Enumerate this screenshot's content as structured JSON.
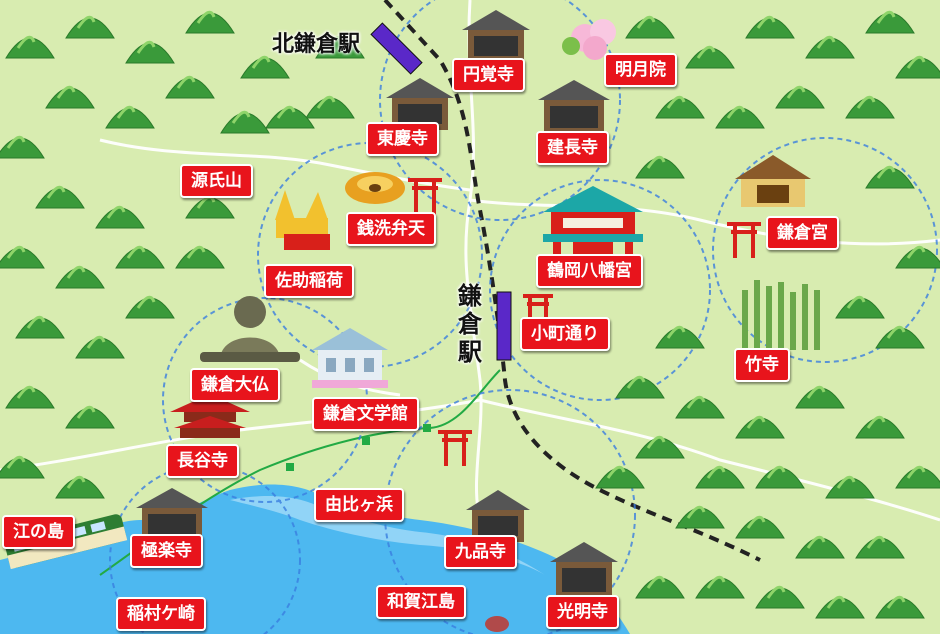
{
  "stations": {
    "kita_kamakura": "北鎌倉駅",
    "kamakura": "鎌倉駅"
  },
  "places": {
    "engakuji": "円覚寺",
    "meigetsuin": "明月院",
    "tokeiji": "東慶寺",
    "kenchoji": "建長寺",
    "genjiyama": "源氏山",
    "zeniarai_benten": "銭洗弁天",
    "sasuke_inari": "佐助稲荷",
    "tsurugaoka_hachimangu": "鶴岡八幡宮",
    "kamakuragu": "鎌倉宮",
    "komachi_dori": "小町通り",
    "takedera": "竹寺",
    "daibutsu": "鎌倉大仏",
    "bungakukan": "鎌倉文学館",
    "hasedera": "長谷寺",
    "yuigahama": "由比ヶ浜",
    "enoshima": "江の島",
    "gokurakuji": "極楽寺",
    "kuhonji": "九品寺",
    "inamuragasaki": "稲村ケ崎",
    "wakaejima": "和賀江島",
    "komyoji": "光明寺"
  },
  "colors": {
    "land": "#d8ecb0",
    "sea": "#4db8f0",
    "label": "#e8141c",
    "mountain": "#3a9a3a",
    "rail": "#222222",
    "station": "#5a28c8",
    "enoden": "#22aa44",
    "zone_circle": "#3a7ee0"
  },
  "icons": [
    "temple-icon",
    "hydrangea-icon",
    "torii-icon",
    "fox-icon",
    "coin-basket-icon",
    "shrine-gate-icon",
    "great-buddha-icon",
    "western-house-icon",
    "pagoda-icon",
    "bamboo-icon",
    "enoden-train-icon"
  ]
}
